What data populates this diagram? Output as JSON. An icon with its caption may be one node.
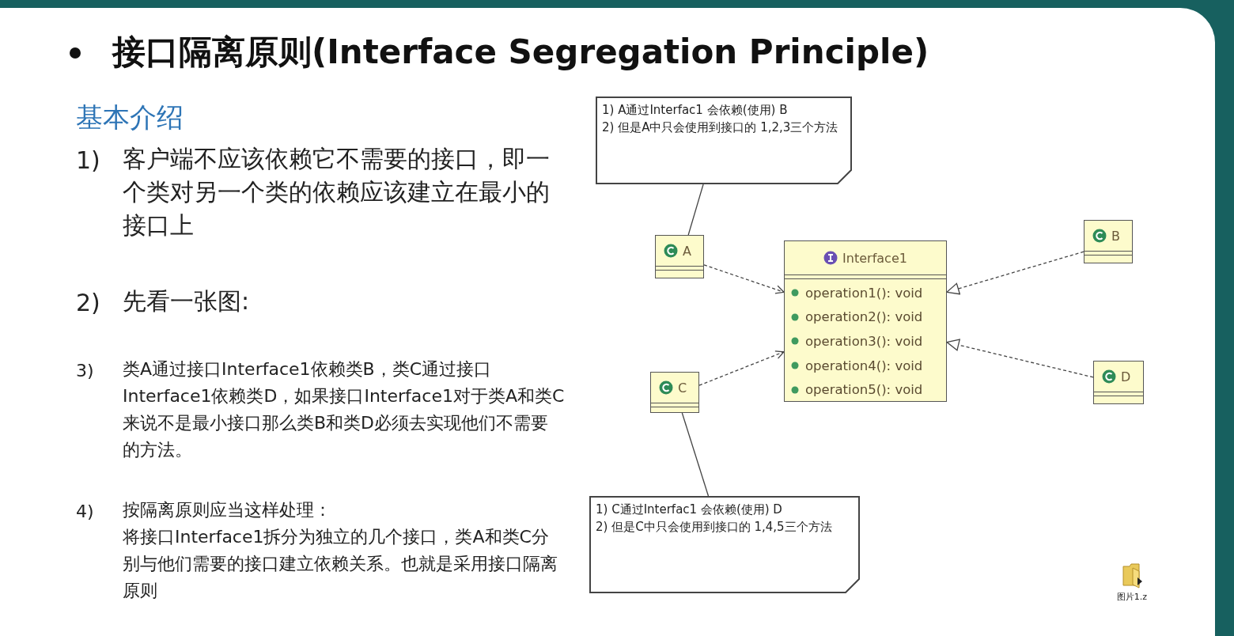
{
  "diagram": {
    "title": "接口隔离原则(Interface Segregation Principle)",
    "nodes": [
      {
        "text": [
          "1) A通过Interfac1 会依赖(使用) B",
          "2) 但是A中只会使用到接口的 1,2,3三个方法"
        ]
      },
      {
        "text": [
          "A"
        ]
      },
      {
        "text": [
          "Interface1",
          "operation1(): void",
          "operation2(): void",
          "operation3(): void",
          "operation4(): void",
          "operation5(): void"
        ]
      },
      {
        "text": [
          "B"
        ]
      },
      {
        "text": [
          "C"
        ]
      },
      {
        "text": [
          "D"
        ]
      },
      {
        "text": [
          "1) C通过Interfac1 会依赖(使用) D",
          "2) 但是C中只会使用到接口的 1,4,5三个方法"
        ]
      }
    ],
    "edges": [
      {
        "from": 0,
        "to": 1,
        "arrow": "none"
      },
      {
        "from": 1,
        "to": 2,
        "arrow": "to",
        "style": "dashed"
      },
      {
        "from": 3,
        "to": 2,
        "arrow": "to",
        "style": "dashed"
      },
      {
        "from": 4,
        "to": 2,
        "arrow": "to",
        "style": "dashed"
      },
      {
        "from": 5,
        "to": 2,
        "arrow": "to",
        "style": "dashed"
      },
      {
        "from": 6,
        "to": 4,
        "arrow": "none"
      }
    ],
    "labels": [
      "基本介绍",
      "1)",
      "客户端不应该依赖它不需要的接口，即一个类对另一个类的依赖应该建立在最小的接口上",
      "2)",
      "先看一张图:",
      "3)",
      "类A通过接口Interface1依赖类B，类C通过接口Interface1依赖类D，如果接口Interface1对于类A和类C来说不是最小接口那么类B和类D必须去实现他们不需要的方法。",
      "4)",
      "按隔离原则应当这样处理：",
      "将接口Interface1拆分为独立的几个接口，类A和类C分别与他们需要的接口建立依赖关系。也就是采用接口隔离原则",
      "图片1.z"
    ]
  }
}
